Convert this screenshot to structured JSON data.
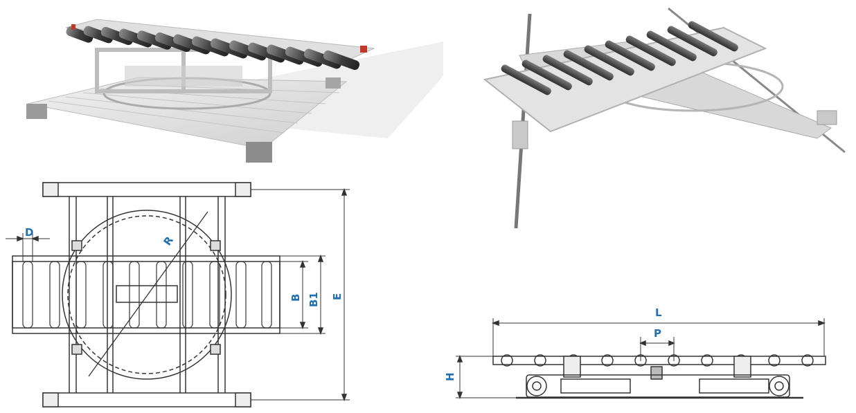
{
  "labels": {
    "D": "D",
    "R": "R",
    "B": "B",
    "B1": "B1",
    "E": "E",
    "L": "L",
    "P": "P",
    "H": "H"
  },
  "colors": {
    "label_blue": "#1f6fb2",
    "line": "#333333",
    "metal": "#d9d9d9",
    "roller": "#4a4a4a"
  }
}
